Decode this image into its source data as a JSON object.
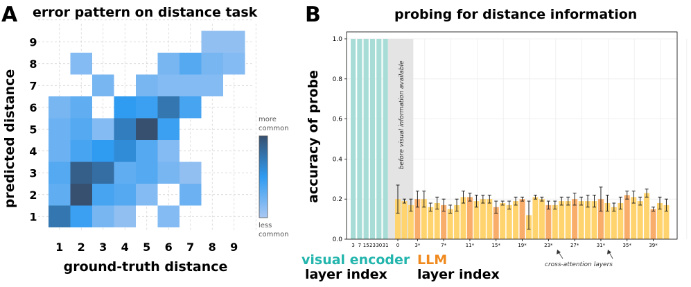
{
  "panels": {
    "a": {
      "letter": "A",
      "title": "error pattern on distance task",
      "xlabel": "ground-truth distance",
      "ylabel": "predicted distance",
      "colorbar": {
        "top": [
          "more",
          "common"
        ],
        "bottom": [
          "less",
          "common"
        ]
      }
    },
    "b": {
      "letter": "B",
      "title": "probing for distance information",
      "ylabel": "accuracy of probe",
      "shade_note": "before visual information available",
      "annotation": "cross-attention layers",
      "encoder_label": {
        "line1": "visual encoder",
        "line2": "layer index"
      },
      "llm_label": {
        "line1": "LLM",
        "line2": "layer index"
      }
    }
  },
  "colors": {
    "encoder": "#a7ddd6",
    "llm": "#ffd36e",
    "cross": "#f8ad6b",
    "shade": "#e4e4e4"
  },
  "chart_data": [
    {
      "type": "heatmap",
      "x_ticks": [
        "1",
        "2",
        "3",
        "4",
        "5",
        "6",
        "7",
        "8",
        "9"
      ],
      "y_ticks": [
        "1",
        "2",
        "3",
        "4",
        "5",
        "6",
        "7",
        "8",
        "9"
      ],
      "cells": [
        {
          "x": 1,
          "y": 1,
          "v": 0.75
        },
        {
          "x": 2,
          "y": 1,
          "v": 0.45
        },
        {
          "x": 3,
          "y": 1,
          "v": 0.2
        },
        {
          "x": 4,
          "y": 1,
          "v": 0.1
        },
        {
          "x": 6,
          "y": 1,
          "v": 0.15
        },
        {
          "x": 1,
          "y": 2,
          "v": 0.3
        },
        {
          "x": 2,
          "y": 2,
          "v": 1.0
        },
        {
          "x": 3,
          "y": 2,
          "v": 0.4
        },
        {
          "x": 4,
          "y": 2,
          "v": 0.35
        },
        {
          "x": 5,
          "y": 2,
          "v": 0.15
        },
        {
          "x": 7,
          "y": 2,
          "v": 0.25
        },
        {
          "x": 1,
          "y": 3,
          "v": 0.35
        },
        {
          "x": 2,
          "y": 3,
          "v": 0.9
        },
        {
          "x": 3,
          "y": 3,
          "v": 0.8
        },
        {
          "x": 4,
          "y": 3,
          "v": 0.3
        },
        {
          "x": 5,
          "y": 3,
          "v": 0.35
        },
        {
          "x": 6,
          "y": 3,
          "v": 0.2
        },
        {
          "x": 7,
          "y": 3,
          "v": 0.1
        },
        {
          "x": 1,
          "y": 4,
          "v": 0.25
        },
        {
          "x": 2,
          "y": 4,
          "v": 0.4
        },
        {
          "x": 3,
          "y": 4,
          "v": 0.5
        },
        {
          "x": 4,
          "y": 4,
          "v": 0.6
        },
        {
          "x": 5,
          "y": 4,
          "v": 0.35
        },
        {
          "x": 6,
          "y": 4,
          "v": 0.15
        },
        {
          "x": 1,
          "y": 5,
          "v": 0.25
        },
        {
          "x": 2,
          "y": 5,
          "v": 0.35
        },
        {
          "x": 3,
          "y": 5,
          "v": 0.15
        },
        {
          "x": 4,
          "y": 5,
          "v": 0.7
        },
        {
          "x": 5,
          "y": 5,
          "v": 1.0
        },
        {
          "x": 6,
          "y": 5,
          "v": 0.45
        },
        {
          "x": 1,
          "y": 6,
          "v": 0.2
        },
        {
          "x": 2,
          "y": 6,
          "v": 0.3
        },
        {
          "x": 4,
          "y": 6,
          "v": 0.5
        },
        {
          "x": 5,
          "y": 6,
          "v": 0.45
        },
        {
          "x": 6,
          "y": 6,
          "v": 0.75
        },
        {
          "x": 7,
          "y": 6,
          "v": 0.4
        },
        {
          "x": 3,
          "y": 7,
          "v": 0.2
        },
        {
          "x": 5,
          "y": 7,
          "v": 0.2
        },
        {
          "x": 6,
          "y": 7,
          "v": 0.15
        },
        {
          "x": 7,
          "y": 7,
          "v": 0.15
        },
        {
          "x": 8,
          "y": 7,
          "v": 0.15
        },
        {
          "x": 2,
          "y": 8,
          "v": 0.15
        },
        {
          "x": 6,
          "y": 8,
          "v": 0.2
        },
        {
          "x": 7,
          "y": 8,
          "v": 0.35
        },
        {
          "x": 8,
          "y": 8,
          "v": 0.2
        },
        {
          "x": 9,
          "y": 8,
          "v": 0.15
        },
        {
          "x": 8,
          "y": 9,
          "v": 0.1
        },
        {
          "x": 9,
          "y": 9,
          "v": 0.1
        }
      ]
    },
    {
      "type": "bar",
      "ylim": [
        0,
        1.0
      ],
      "y_ticks": [
        "0.0",
        "0.2",
        "0.4",
        "0.6",
        "0.8",
        "1.0"
      ],
      "encoder_ticks": [
        "3",
        "7",
        "15",
        "23",
        "30",
        "31"
      ],
      "encoder_values": [
        1.0,
        1.0,
        1.0,
        1.0,
        1.0,
        1.0
      ],
      "llm_tick_labels": [
        "0",
        "3*",
        "7*",
        "11*",
        "15*",
        "19*",
        "23*",
        "27*",
        "31*",
        "35*",
        "39*"
      ],
      "llm_tick_positions": [
        0,
        3,
        7,
        11,
        15,
        19,
        23,
        27,
        31,
        35,
        39
      ],
      "cross_attention_layers": [
        3,
        7,
        11,
        15,
        19,
        23,
        27,
        31,
        35,
        39
      ],
      "llm_values": [
        0.2,
        0.19,
        0.17,
        0.2,
        0.2,
        0.16,
        0.18,
        0.17,
        0.15,
        0.17,
        0.21,
        0.21,
        0.19,
        0.2,
        0.2,
        0.16,
        0.18,
        0.17,
        0.19,
        0.2,
        0.12,
        0.21,
        0.2,
        0.17,
        0.17,
        0.19,
        0.19,
        0.2,
        0.19,
        0.19,
        0.19,
        0.2,
        0.18,
        0.16,
        0.18,
        0.22,
        0.21,
        0.19,
        0.23,
        0.15,
        0.18,
        0.17
      ],
      "llm_errors": [
        0.07,
        0.01,
        0.03,
        0.04,
        0.04,
        0.02,
        0.03,
        0.03,
        0.02,
        0.03,
        0.03,
        0.02,
        0.03,
        0.02,
        0.02,
        0.03,
        0.01,
        0.02,
        0.02,
        0.01,
        0.07,
        0.01,
        0.01,
        0.02,
        0.02,
        0.02,
        0.02,
        0.03,
        0.02,
        0.03,
        0.03,
        0.06,
        0.04,
        0.02,
        0.03,
        0.02,
        0.03,
        0.02,
        0.02,
        0.01,
        0.03,
        0.03
      ]
    }
  ]
}
